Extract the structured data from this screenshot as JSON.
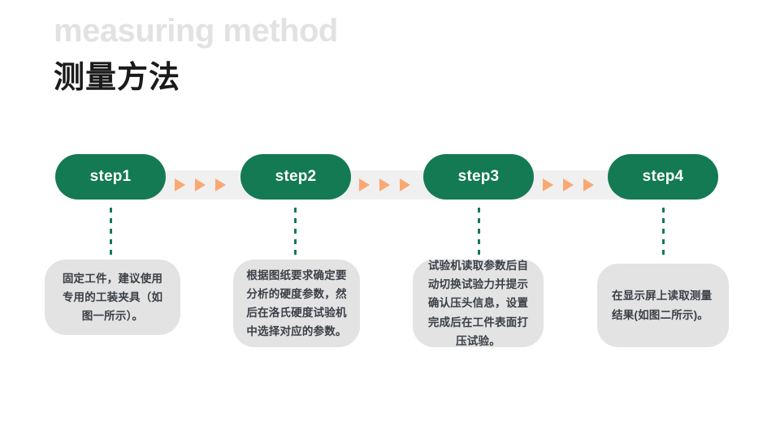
{
  "slide": {
    "background_color": "#ffffff",
    "heading_en": "measuring method",
    "heading_cn": "测量方法",
    "heading_en_color": "#e2e2e2",
    "heading_cn_color": "#1a1a1a"
  },
  "theme": {
    "pill_color": "#137a53",
    "pill_text_color": "#ffffff",
    "arrow_color": "#faa873",
    "band_color": "#f0f0f0",
    "box_color": "#e3e3e3",
    "box_text_color": "#3b4047",
    "connector_color": "#137a53"
  },
  "steps": [
    {
      "label": "step1",
      "description": "固定工件，建议使用专用的工装夹具（如图一所示）。",
      "align": "center"
    },
    {
      "label": "step2",
      "description": "根据图纸要求确定要分析的硬度参数，然后在洛氏硬度试验机中选择对应的参数。",
      "align": "center"
    },
    {
      "label": "step3",
      "description": "试验机读取参数后自动切换试验力并提示确认压头信息，设置完成后在工件表面打压试验。",
      "align": "center"
    },
    {
      "label": "step4",
      "description": "在显示屏上读取测量结果(如图二所示)。",
      "align": "left"
    }
  ],
  "arrow_groups": [
    {
      "count": 3
    },
    {
      "count": 3
    },
    {
      "count": 3
    }
  ]
}
